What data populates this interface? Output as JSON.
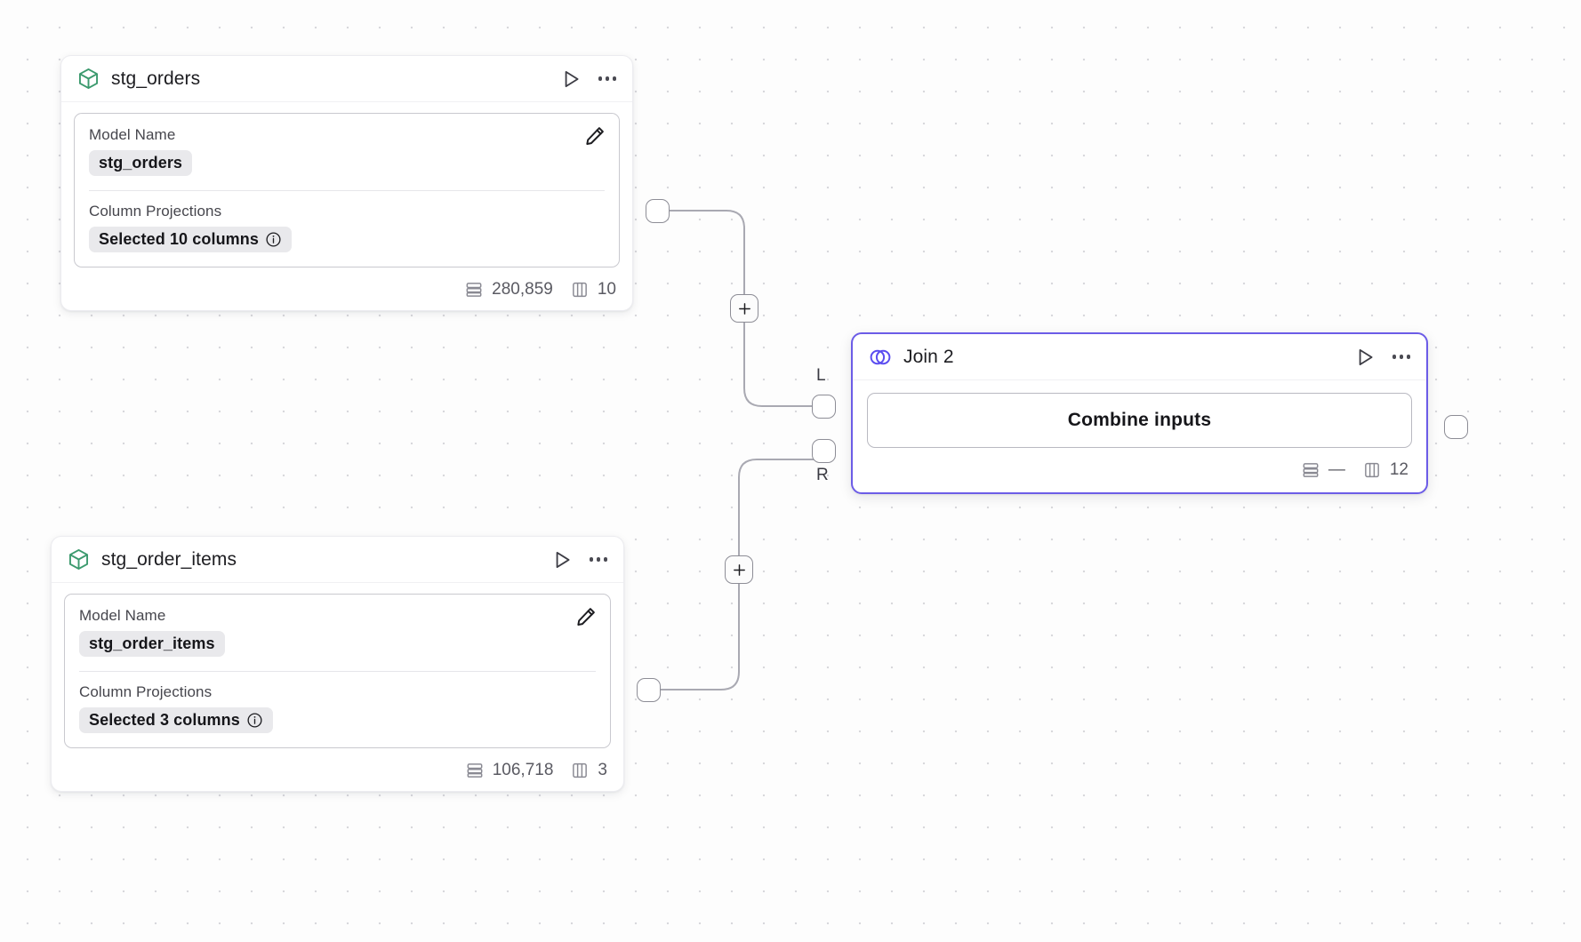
{
  "canvas": {
    "background_color": "#fdfdfd",
    "grid_dot_color": "#d8d8dc",
    "accent_color": "#6c5ce7",
    "model_icon_color": "#3c9a6e"
  },
  "nodes": [
    {
      "id": "stg_orders",
      "type": "model",
      "icon": "cube-icon",
      "title": "stg_orders",
      "selected": false,
      "actions": {
        "run_label": "run",
        "menu_label": "more"
      },
      "panel": {
        "model_name_label": "Model Name",
        "model_name_value": "stg_orders",
        "column_projections_label": "Column Projections",
        "column_projections_value": "Selected 10 columns",
        "info_icon": "info-icon",
        "edit_icon": "pencil-icon"
      },
      "footer": {
        "rows_icon": "rows-icon",
        "rows_value": "280,859",
        "columns_icon": "columns-icon",
        "columns_value": "10"
      }
    },
    {
      "id": "stg_order_items",
      "type": "model",
      "icon": "cube-icon",
      "title": "stg_order_items",
      "selected": false,
      "actions": {
        "run_label": "run",
        "menu_label": "more"
      },
      "panel": {
        "model_name_label": "Model Name",
        "model_name_value": "stg_order_items",
        "column_projections_label": "Column Projections",
        "column_projections_value": "Selected 3 columns",
        "info_icon": "info-icon",
        "edit_icon": "pencil-icon"
      },
      "footer": {
        "rows_icon": "rows-icon",
        "rows_value": "106,718",
        "columns_icon": "columns-icon",
        "columns_value": "3"
      }
    },
    {
      "id": "join_2",
      "type": "join",
      "icon": "venn-icon",
      "title": "Join 2",
      "selected": true,
      "actions": {
        "run_label": "run",
        "menu_label": "more"
      },
      "body": {
        "combine_button_label": "Combine inputs"
      },
      "footer": {
        "rows_icon": "rows-icon",
        "rows_value": "—",
        "columns_icon": "columns-icon",
        "columns_value": "12"
      },
      "input_ports": [
        {
          "label": "L"
        },
        {
          "label": "R"
        }
      ]
    }
  ],
  "edges": [
    {
      "from": "stg_orders",
      "to": "join_2.L",
      "plus_label": "+"
    },
    {
      "from": "stg_order_items",
      "to": "join_2.R",
      "plus_label": "+"
    }
  ]
}
